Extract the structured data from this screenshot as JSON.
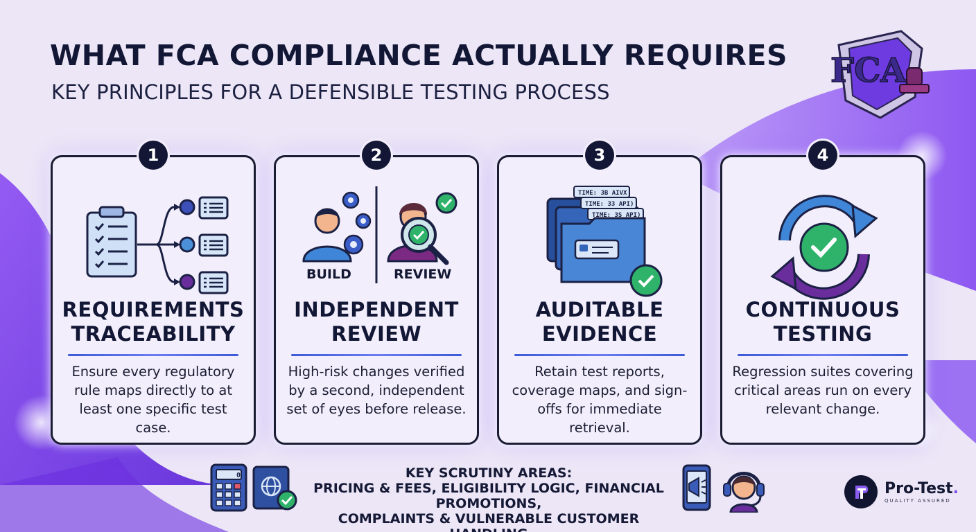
{
  "header": {
    "title": "WHAT FCA COMPLIANCE ACTUALLY REQUIRES",
    "subtitle": "KEY PRINCIPLES FOR A DEFENSIBLE TESTING PROCESS",
    "badge_text": "FCA"
  },
  "cards": [
    {
      "number": "1",
      "heading_line1": "REQUIREMENTS",
      "heading_line2": "TRACEABILITY",
      "body": "Ensure every regulatory rule maps directly to at least one specific test case.",
      "icon": "clipboard-traceability-icon"
    },
    {
      "number": "2",
      "heading_line1": "INDEPENDENT",
      "heading_line2": "REVIEW",
      "body": "High-risk changes verified by a second, independent set of eyes before release.",
      "icon": "build-review-icon",
      "label_left": "BUILD",
      "label_right": "REVIEW"
    },
    {
      "number": "3",
      "heading_line1": "AUDITABLE",
      "heading_line2": "EVIDENCE",
      "body": "Retain test reports, coverage maps, and sign-offs for immediate retrieval.",
      "icon": "folders-evidence-icon",
      "tags": [
        "TIME: 3B AIVX",
        "TIME: 33 API)",
        "TIME: 3S API)"
      ]
    },
    {
      "number": "4",
      "heading_line1": "CONTINUOUS",
      "heading_line2": "TESTING",
      "body": "Regression suites covering critical areas run on every relevant change.",
      "icon": "cycle-check-icon"
    }
  ],
  "footer": {
    "title": "KEY SCRUTINY AREAS:",
    "line1": "PRICING & FEES, ELIGIBILITY LOGIC, FINANCIAL PROMOTIONS,",
    "line2": "COMPLAINTS & VULNERABLE CUSTOMER HANDLING",
    "calculator_display": "0"
  },
  "brand": {
    "name": "Pro-Test",
    "dot": ".",
    "tagline": "QUALITY ASSURED"
  },
  "colors": {
    "navy": "#131735",
    "accent_blue": "#3c5bd8",
    "accent_purple": "#7a4ee8",
    "check_green": "#2fb36a"
  }
}
